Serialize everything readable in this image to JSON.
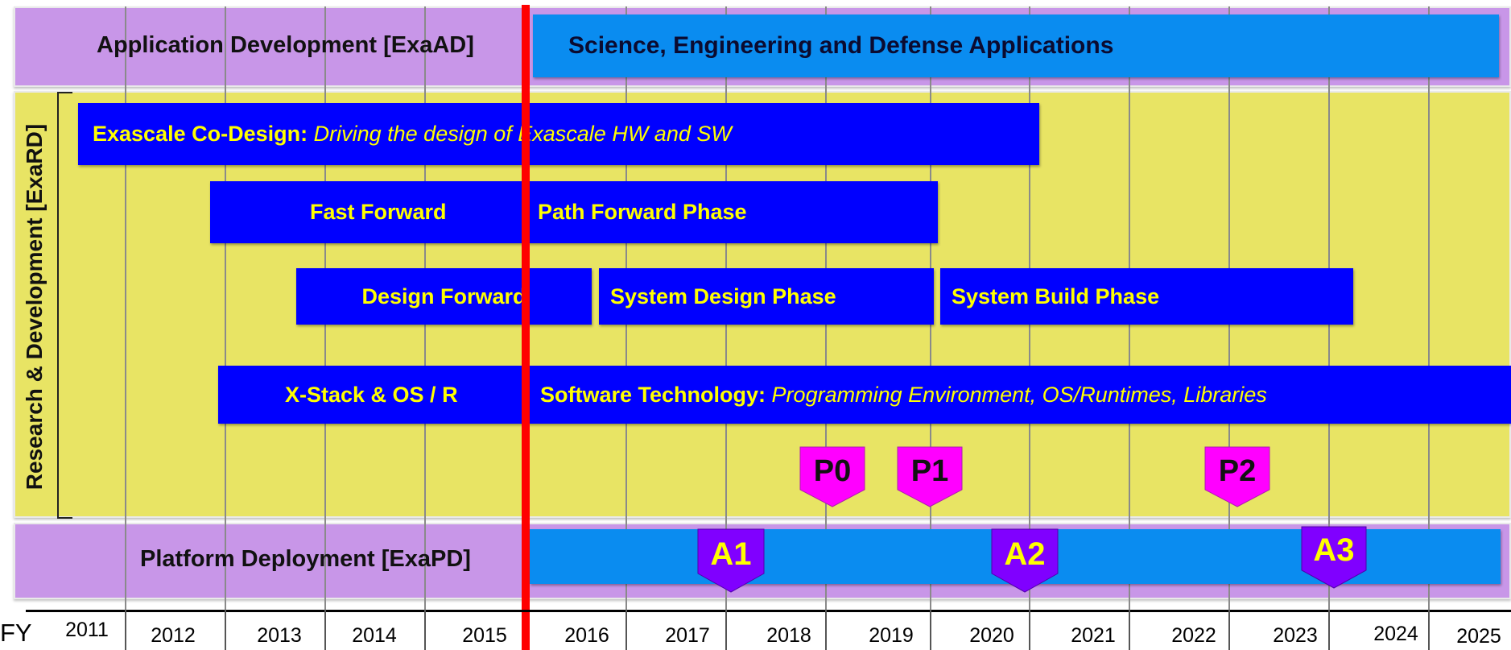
{
  "application": {
    "label": "Application Development [ExaAD]",
    "bar_text": "Science, Engineering and Defense Applications"
  },
  "research": {
    "side_label": "Research & Development [ExaRD]",
    "codesign_bold": "Exascale Co-Design:",
    "codesign_italic": "Driving the design of Exascale HW and SW",
    "fast_forward": "Fast Forward",
    "path_forward": "Path Forward Phase",
    "design_forward": "Design Forward",
    "system_design": "System Design Phase",
    "system_build": "System Build Phase",
    "xstack": "X-Stack & OS / R",
    "software_bold": "Software Technology:",
    "software_italic": "Programming Environment, OS/Runtimes, Libraries"
  },
  "platform": {
    "label": "Platform Deployment [ExaPD]"
  },
  "milestones_p": [
    "P0",
    "P1",
    "P2"
  ],
  "milestones_a": [
    "A1",
    "A2",
    "A3"
  ],
  "axis": {
    "fy_label": "FY",
    "years": [
      "2011",
      "2012",
      "2013",
      "2014",
      "2015",
      "2016",
      "2017",
      "2018",
      "2019",
      "2020",
      "2021",
      "2022",
      "2023",
      "2024",
      "2025"
    ]
  },
  "colors": {
    "purple_band": "#c896e8",
    "yellow_band": "#e8e464",
    "bar_blue": "#0000ff",
    "light_blue": "#0a8cf0",
    "magenta": "#ff00ff",
    "violet": "#8000ff",
    "red_marker": "#ff0000",
    "bar_text": "#ffff00"
  }
}
